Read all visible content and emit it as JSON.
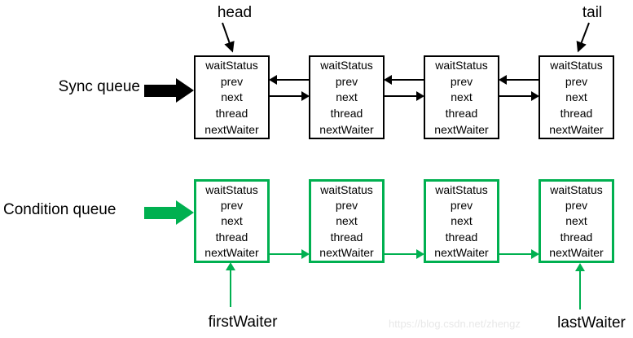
{
  "diagram": {
    "node_fields": [
      "waitStatus",
      "prev",
      "next",
      "thread",
      "nextWaiter"
    ],
    "sync_queue": {
      "label": "Sync queue",
      "head_label": "head",
      "tail_label": "tail",
      "node_count": 4,
      "color": "#000000"
    },
    "condition_queue": {
      "label": "Condition queue",
      "first_waiter_label": "firstWaiter",
      "last_waiter_label": "lastWaiter",
      "node_count": 4,
      "color": "#00B050"
    },
    "watermark": "https://blog.csdn.net/zhengz"
  }
}
